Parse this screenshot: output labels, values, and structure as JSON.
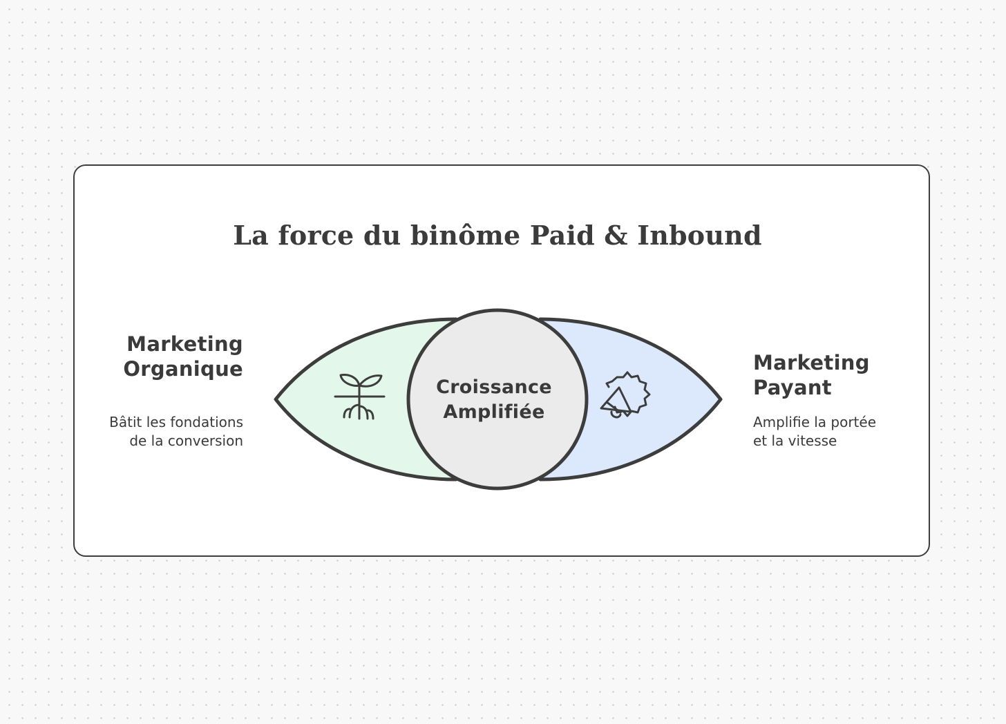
{
  "diagram": {
    "title": "La force du binôme Paid & Inbound",
    "left": {
      "heading_line1": "Marketing",
      "heading_line2": "Organique",
      "desc_line1": "Bâtit les fondations",
      "desc_line2": "de la conversion",
      "icon": "sprout-with-roots-icon",
      "color": "#e3f8ea"
    },
    "right": {
      "heading_line1": "Marketing",
      "heading_line2": "Payant",
      "desc_line1": "Amplifie la portée",
      "desc_line2": "et la vitesse",
      "icon": "megaphone-badge-icon",
      "color": "#dce9fd"
    },
    "center": {
      "line1": "Croissance",
      "line2": "Amplifiée",
      "color": "#ebebeb"
    },
    "outline_color": "#3d3d3d"
  }
}
